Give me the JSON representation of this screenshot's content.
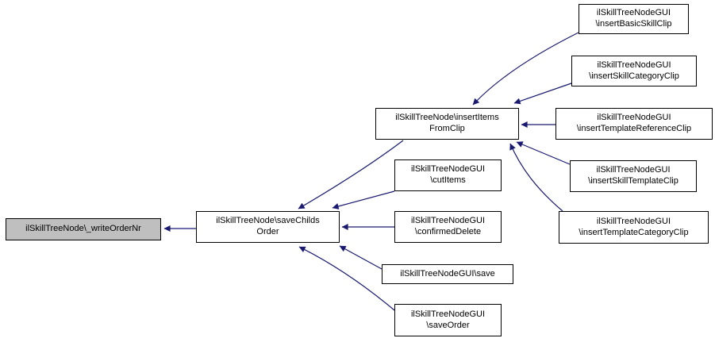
{
  "diagram": {
    "kind": "caller-graph",
    "focus_function": "ilSkillTreeNode\\_writeOrderNr"
  },
  "colors": {
    "background": "#ffffff",
    "edge": "#191970",
    "node_border": "#000000",
    "node_fill": "#ffffff",
    "highlight_fill": "#bfbfbf",
    "text": "#000000"
  },
  "nodes": [
    {
      "id": "write_order_nr",
      "label": "ilSkillTreeNode\\_writeOrderNr",
      "highlighted": true
    },
    {
      "id": "save_childs_order",
      "label": "ilSkillTreeNode\\saveChilds\nOrder",
      "highlighted": false
    },
    {
      "id": "insert_items_from_clip",
      "label": "ilSkillTreeNode\\insertItems\nFromClip",
      "highlighted": false
    },
    {
      "id": "insert_basic_skill_clip",
      "label": "ilSkillTreeNodeGUI\n\\insertBasicSkillClip",
      "highlighted": false
    },
    {
      "id": "insert_skill_category_clip",
      "label": "ilSkillTreeNodeGUI\n\\insertSkillCategoryClip",
      "highlighted": false
    },
    {
      "id": "insert_template_reference_clip",
      "label": "ilSkillTreeNodeGUI\n\\insertTemplateReferenceClip",
      "highlighted": false
    },
    {
      "id": "insert_skill_template_clip",
      "label": "ilSkillTreeNodeGUI\n\\insertSkillTemplateClip",
      "highlighted": false
    },
    {
      "id": "insert_template_category_clip",
      "label": "ilSkillTreeNodeGUI\n\\insertTemplateCategoryClip",
      "highlighted": false
    },
    {
      "id": "cut_items",
      "label": "ilSkillTreeNodeGUI\n\\cutItems",
      "highlighted": false
    },
    {
      "id": "confirmed_delete",
      "label": "ilSkillTreeNodeGUI\n\\confirmedDelete",
      "highlighted": false
    },
    {
      "id": "save",
      "label": "ilSkillTreeNodeGUI\\save",
      "highlighted": false
    },
    {
      "id": "save_order",
      "label": "ilSkillTreeNodeGUI\n\\saveOrder",
      "highlighted": false
    }
  ],
  "edges": [
    {
      "from": "save_childs_order",
      "to": "write_order_nr"
    },
    {
      "from": "insert_items_from_clip",
      "to": "save_childs_order"
    },
    {
      "from": "cut_items",
      "to": "save_childs_order"
    },
    {
      "from": "confirmed_delete",
      "to": "save_childs_order"
    },
    {
      "from": "save",
      "to": "save_childs_order"
    },
    {
      "from": "save_order",
      "to": "save_childs_order"
    },
    {
      "from": "insert_basic_skill_clip",
      "to": "insert_items_from_clip"
    },
    {
      "from": "insert_skill_category_clip",
      "to": "insert_items_from_clip"
    },
    {
      "from": "insert_template_reference_clip",
      "to": "insert_items_from_clip"
    },
    {
      "from": "insert_skill_template_clip",
      "to": "insert_items_from_clip"
    },
    {
      "from": "insert_template_category_clip",
      "to": "insert_items_from_clip"
    }
  ]
}
